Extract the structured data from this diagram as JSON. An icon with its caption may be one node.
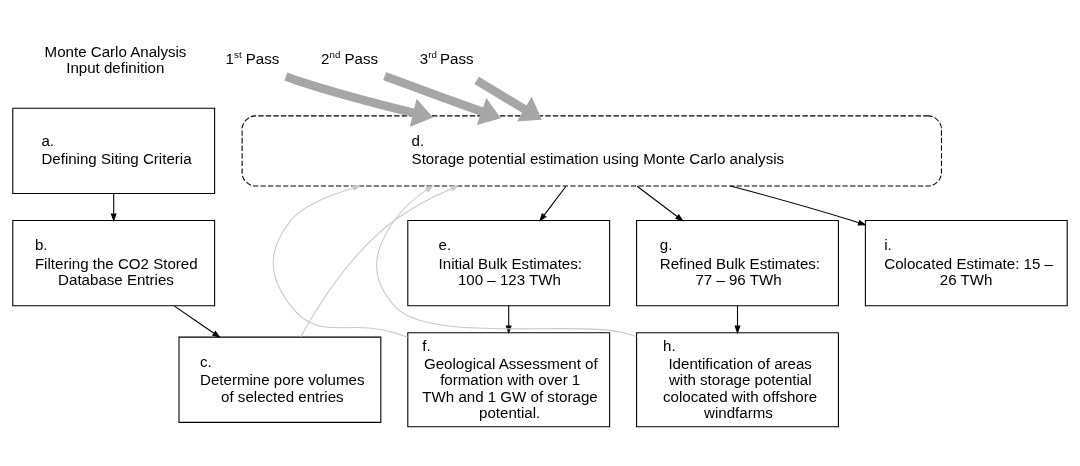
{
  "diagram": {
    "nodes": [
      {
        "text": [
          "a.",
          "Defining Siting Criteria"
        ]
      },
      {
        "text": [
          "b.",
          "Filtering the CO2 Stored Database Entries"
        ]
      },
      {
        "text": [
          "c.",
          "Determine pore volumes of selected entries"
        ]
      },
      {
        "text": [
          "d.",
          "Storage potential estimation using Monte Carlo analysis"
        ]
      },
      {
        "text": [
          "e.",
          "Initial Bulk Estimates: 100 – 123 TWh"
        ]
      },
      {
        "text": [
          "f.",
          "Geological Assessment of formation with over 1 TWh and 1 GW of storage potential."
        ]
      },
      {
        "text": [
          "g.",
          "Refined Bulk Estimates: 77 – 96 TWh"
        ]
      },
      {
        "text": [
          "h.",
          "Identification of areas with storage potential colocated with offshore windfarms"
        ]
      },
      {
        "text": [
          "i.",
          "Colocated Estimate: 15 – 26 TWh"
        ]
      },
      {
        "text": [
          "1$^{st}$ Pass"
        ]
      },
      {
        "text": [
          "2$^{nd}$ Pass"
        ]
      },
      {
        "text": [
          "3$^{rd}$ Pass"
        ]
      }
    ],
    "edges": [
      {
        "from": 0,
        "to": 1,
        "arrow": "to"
      },
      {
        "from": 1,
        "to": 2,
        "arrow": "to"
      },
      {
        "from": 2,
        "to": 3,
        "arrow": "to",
        "color": "#c8c8c8"
      },
      {
        "from": 3,
        "to": 4,
        "arrow": "to"
      },
      {
        "from": 4,
        "to": 5,
        "arrow": "to"
      },
      {
        "from": 5,
        "to": 3,
        "arrow": "to",
        "color": "#c8c8c8"
      },
      {
        "from": 3,
        "to": 6,
        "arrow": "to"
      },
      {
        "from": 6,
        "to": 7,
        "arrow": "to"
      },
      {
        "from": 7,
        "to": 3,
        "arrow": "to",
        "color": "#c8c8c8"
      },
      {
        "from": 3,
        "to": 8,
        "arrow": "to"
      },
      {
        "from": 9,
        "to": 3,
        "arrow": "to",
        "style": "thick",
        "color": "#a6a6a6"
      },
      {
        "from": 10,
        "to": 3,
        "arrow": "to",
        "style": "thick",
        "color": "#a6a6a6"
      },
      {
        "from": 11,
        "to": 3,
        "arrow": "to",
        "style": "thick",
        "color": "#a6a6a6"
      }
    ],
    "labels": [
      "Monte Carlo Analysis Input definition"
    ]
  }
}
